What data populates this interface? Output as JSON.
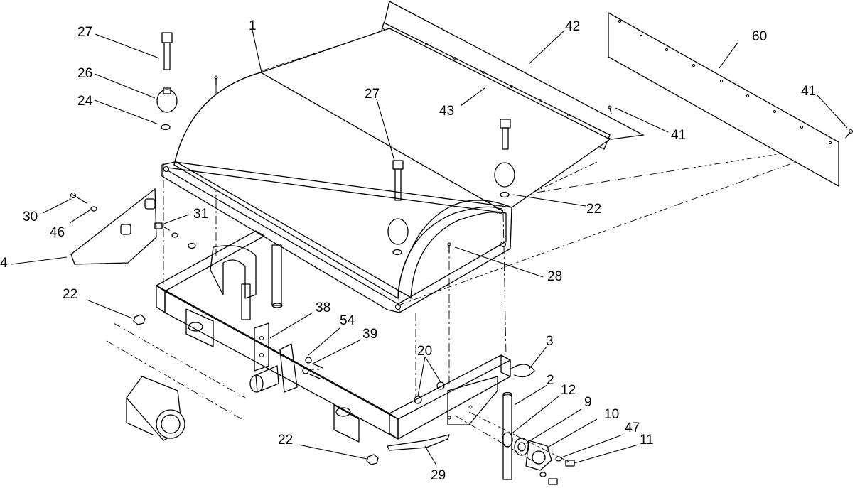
{
  "callouts": [
    {
      "id": "c1",
      "text": "1"
    },
    {
      "id": "c2",
      "text": "2"
    },
    {
      "id": "c3",
      "text": "3"
    },
    {
      "id": "c4",
      "text": "4"
    },
    {
      "id": "c9",
      "text": "9"
    },
    {
      "id": "c10",
      "text": "10"
    },
    {
      "id": "c11",
      "text": "11"
    },
    {
      "id": "c12",
      "text": "12"
    },
    {
      "id": "c20",
      "text": "20"
    },
    {
      "id": "c22a",
      "text": "22"
    },
    {
      "id": "c22b",
      "text": "22"
    },
    {
      "id": "c22c",
      "text": "22"
    },
    {
      "id": "c24",
      "text": "24"
    },
    {
      "id": "c26",
      "text": "26"
    },
    {
      "id": "c27a",
      "text": "27"
    },
    {
      "id": "c27b",
      "text": "27"
    },
    {
      "id": "c28",
      "text": "28"
    },
    {
      "id": "c29",
      "text": "29"
    },
    {
      "id": "c30",
      "text": "30"
    },
    {
      "id": "c31",
      "text": "31"
    },
    {
      "id": "c38",
      "text": "38"
    },
    {
      "id": "c39",
      "text": "39"
    },
    {
      "id": "c41a",
      "text": "41"
    },
    {
      "id": "c41b",
      "text": "41"
    },
    {
      "id": "c42",
      "text": "42"
    },
    {
      "id": "c43",
      "text": "43"
    },
    {
      "id": "c46",
      "text": "46"
    },
    {
      "id": "c47",
      "text": "47"
    },
    {
      "id": "c54",
      "text": "54"
    },
    {
      "id": "c60",
      "text": "60"
    }
  ]
}
